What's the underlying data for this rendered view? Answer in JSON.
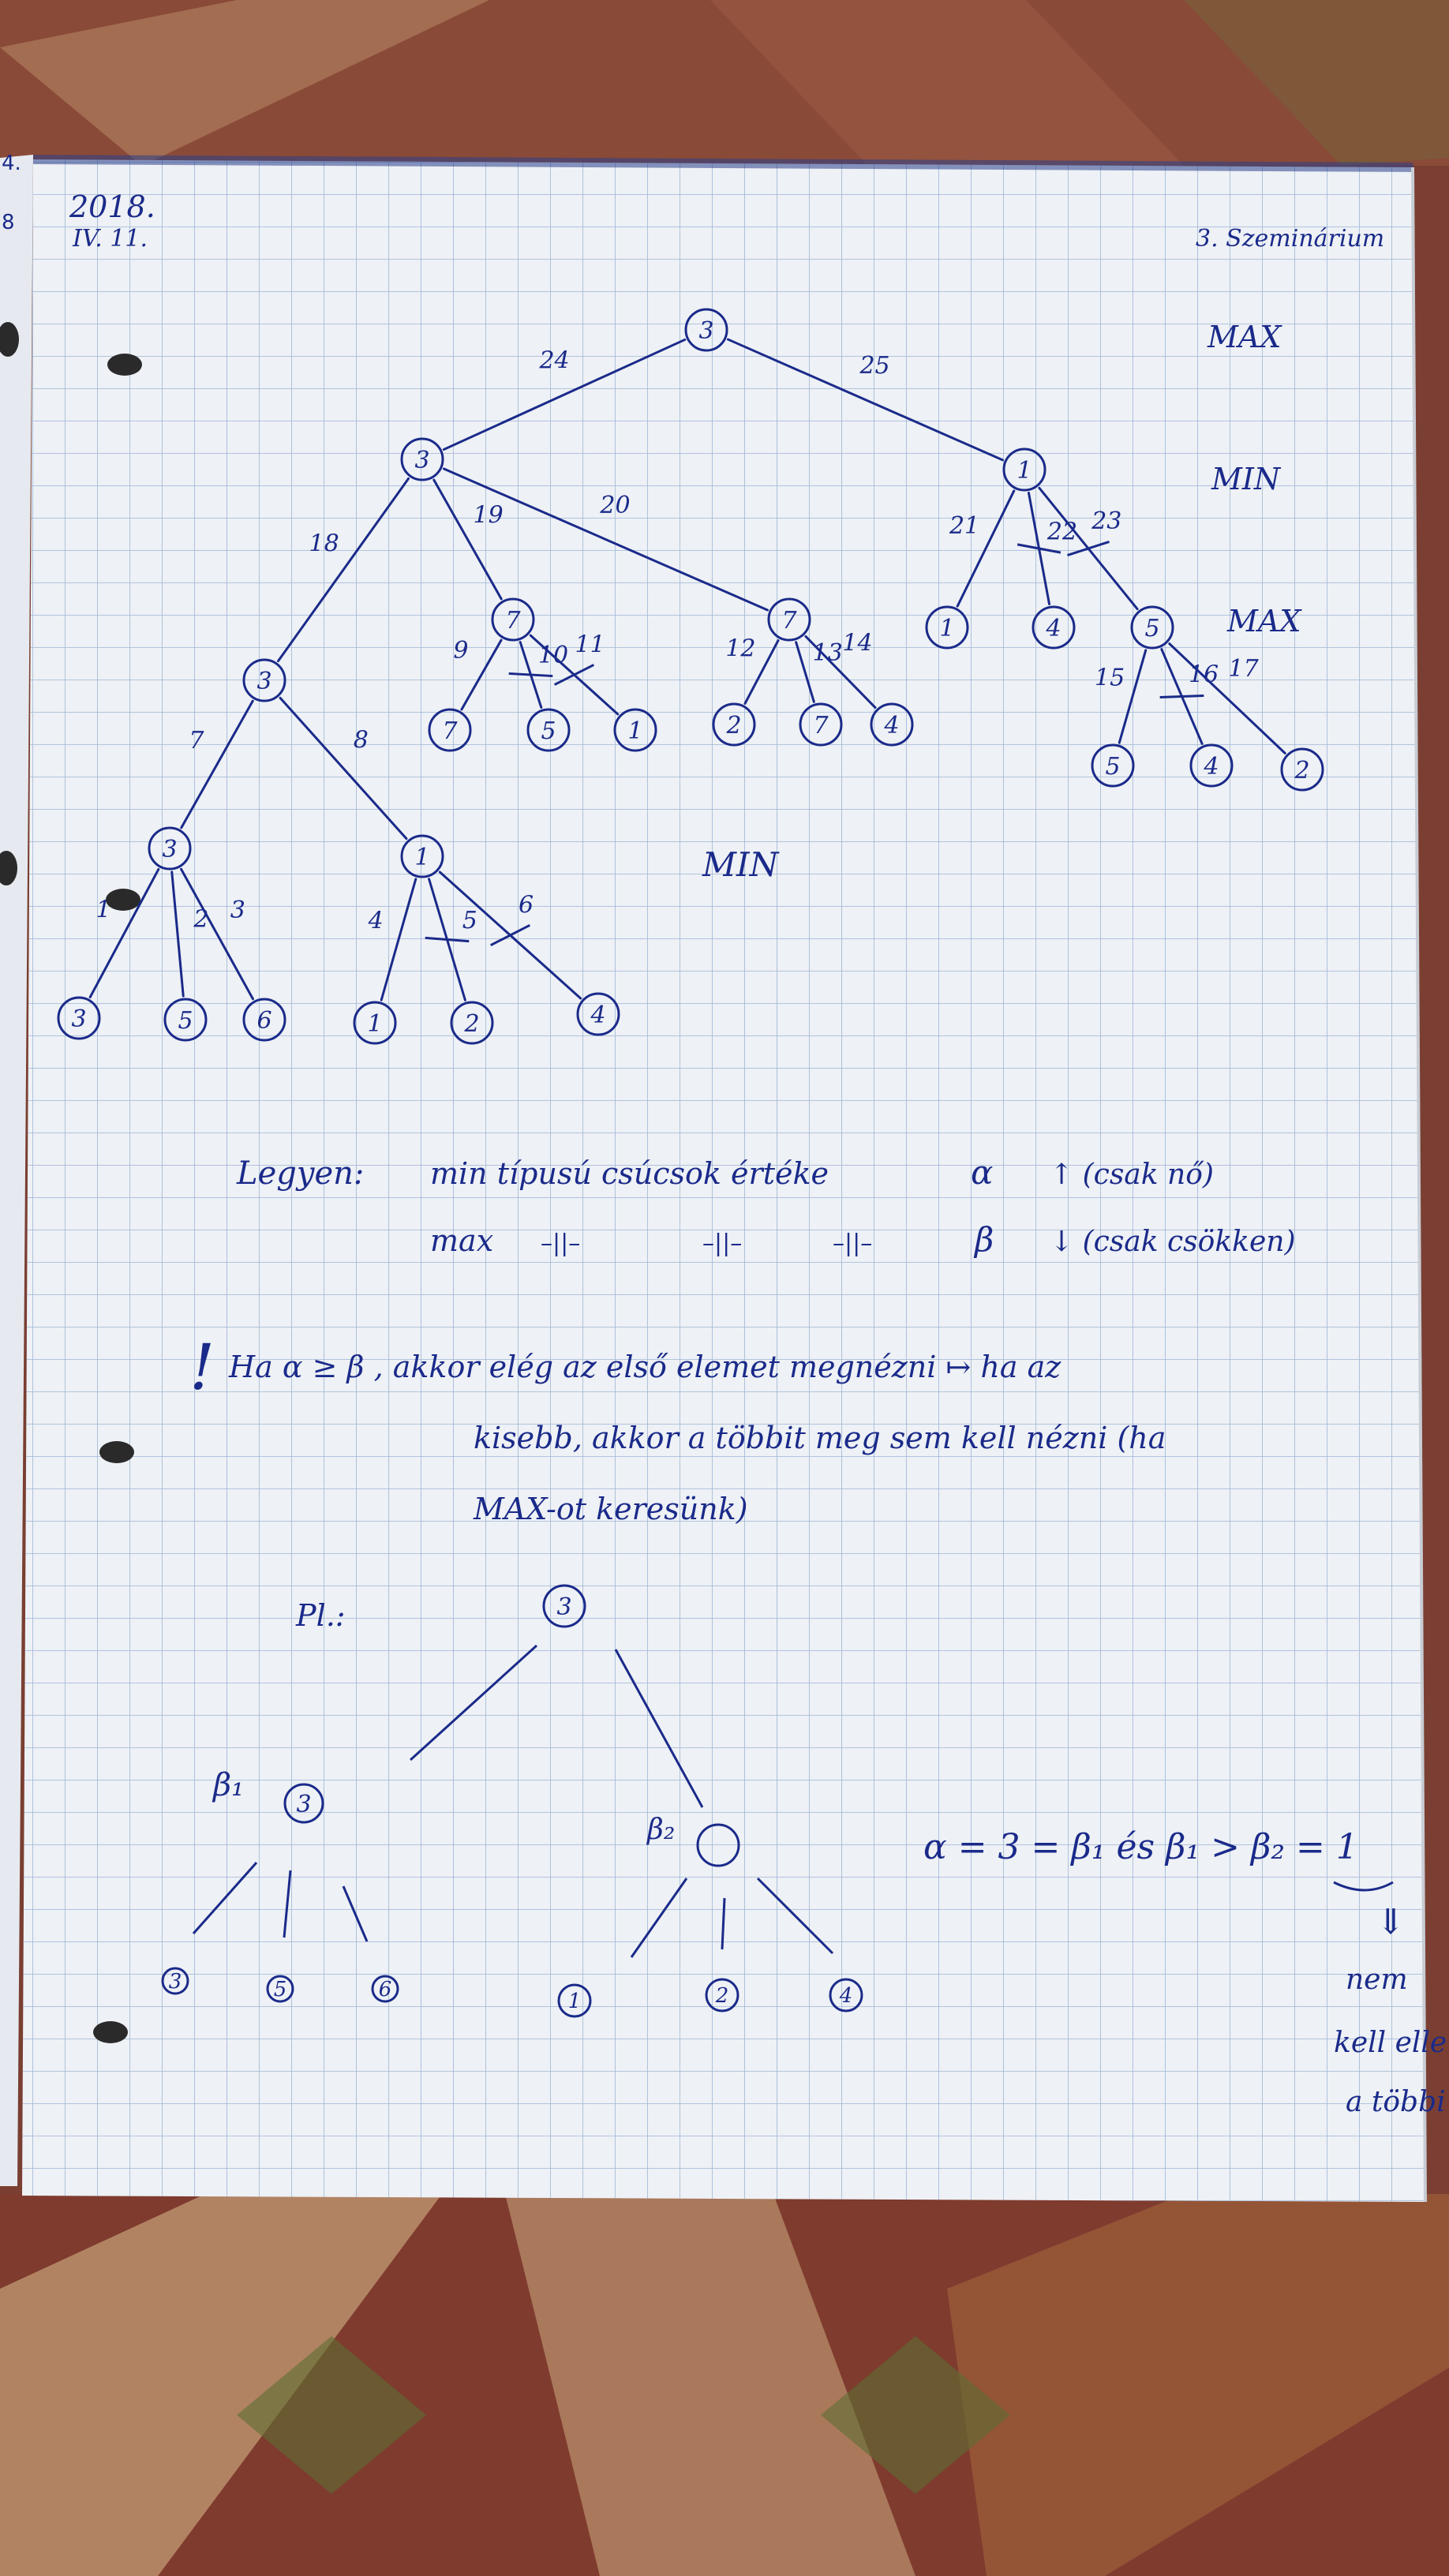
{
  "colors": {
    "ink": "#1a2a8a",
    "paper": "#eef1f5",
    "grid": "#9db6d6",
    "carpet_red": "#8a3a2a",
    "carpet_tan": "#c9a37a",
    "carpet_green": "#6a7a3a"
  },
  "header": {
    "date_year": "2018.",
    "date_month_day": "IV. 11.",
    "title": "3. Szeminárium"
  },
  "level_labels": {
    "max_top": "MAX",
    "min_top": "MIN",
    "max_mid": "MAX",
    "min_mid": "MIN"
  },
  "tree": {
    "nodes": [
      {
        "id": "root",
        "label": "3"
      },
      {
        "id": "l_min",
        "label": "3"
      },
      {
        "id": "r_min",
        "label": "1"
      },
      {
        "id": "l_max",
        "label": "3"
      },
      {
        "id": "m1_max",
        "label": "7"
      },
      {
        "id": "m2_max",
        "label": "7"
      },
      {
        "id": "r1_max",
        "label": "1"
      },
      {
        "id": "r2_max",
        "label": "4"
      },
      {
        "id": "r3_max",
        "label": "5"
      },
      {
        "id": "m1_c1",
        "label": "7"
      },
      {
        "id": "m1_c2",
        "label": "5"
      },
      {
        "id": "m1_c3",
        "label": "1"
      },
      {
        "id": "m2_c1",
        "label": "2"
      },
      {
        "id": "m2_c2",
        "label": "7"
      },
      {
        "id": "m2_c3",
        "label": "4"
      },
      {
        "id": "r3_c1",
        "label": "5"
      },
      {
        "id": "r3_c2",
        "label": "4"
      },
      {
        "id": "r3_c3",
        "label": "2"
      },
      {
        "id": "ll_min",
        "label": "3"
      },
      {
        "id": "lr_min",
        "label": "1"
      },
      {
        "id": "ll_c1",
        "label": "3"
      },
      {
        "id": "ll_c2",
        "label": "5"
      },
      {
        "id": "ll_c3",
        "label": "6"
      },
      {
        "id": "lr_c1",
        "label": "1"
      },
      {
        "id": "lr_c2",
        "label": "2"
      },
      {
        "id": "lr_c3",
        "label": "4"
      }
    ],
    "edges": [
      {
        "from": "root",
        "to": "l_min",
        "label": "24",
        "pruned": false
      },
      {
        "from": "root",
        "to": "r_min",
        "label": "25",
        "pruned": false
      },
      {
        "from": "l_min",
        "to": "l_max",
        "label": "18",
        "pruned": false
      },
      {
        "from": "l_min",
        "to": "m1_max",
        "label": "19",
        "pruned": false
      },
      {
        "from": "l_min",
        "to": "m2_max",
        "label": "20",
        "pruned": false
      },
      {
        "from": "r_min",
        "to": "r1_max",
        "label": "21",
        "pruned": false
      },
      {
        "from": "r_min",
        "to": "r2_max",
        "label": "22",
        "pruned": true
      },
      {
        "from": "r_min",
        "to": "r3_max",
        "label": "23",
        "pruned": true
      },
      {
        "from": "m1_max",
        "to": "m1_c1",
        "label": "9",
        "pruned": false
      },
      {
        "from": "m1_max",
        "to": "m1_c2",
        "label": "10",
        "pruned": true
      },
      {
        "from": "m1_max",
        "to": "m1_c3",
        "label": "11",
        "pruned": true
      },
      {
        "from": "m2_max",
        "to": "m2_c1",
        "label": "12",
        "pruned": false
      },
      {
        "from": "m2_max",
        "to": "m2_c2",
        "label": "13",
        "pruned": false
      },
      {
        "from": "m2_max",
        "to": "m2_c3",
        "label": "14",
        "pruned": false
      },
      {
        "from": "r3_max",
        "to": "r3_c1",
        "label": "15",
        "pruned": false
      },
      {
        "from": "r3_max",
        "to": "r3_c2",
        "label": "16",
        "pruned": true
      },
      {
        "from": "r3_max",
        "to": "r3_c3",
        "label": "17",
        "pruned": false
      },
      {
        "from": "l_max",
        "to": "ll_min",
        "label": "7",
        "pruned": false
      },
      {
        "from": "l_max",
        "to": "lr_min",
        "label": "8",
        "pruned": false
      },
      {
        "from": "ll_min",
        "to": "ll_c1",
        "label": "1",
        "pruned": false
      },
      {
        "from": "ll_min",
        "to": "ll_c2",
        "label": "2",
        "pruned": false
      },
      {
        "from": "ll_min",
        "to": "ll_c3",
        "label": "3",
        "pruned": false
      },
      {
        "from": "lr_min",
        "to": "lr_c1",
        "label": "4",
        "pruned": false
      },
      {
        "from": "lr_min",
        "to": "lr_c2",
        "label": "5",
        "pruned": true
      },
      {
        "from": "lr_min",
        "to": "lr_c3",
        "label": "6",
        "pruned": true
      }
    ]
  },
  "notes": {
    "line1_a": "Legyen:",
    "line1_b": "min típusú csúcsok értéke",
    "line1_c": "α",
    "line1_d": "↑ (csak nő)",
    "line2_a": "max",
    "line2_b": "–||–",
    "line2_c": "–||–",
    "line2_d": "–||–",
    "line2_e": "β",
    "line2_f": "↓ (csak csökken)",
    "excl": "!",
    "rule1": "Ha α ≥ β , akkor elég az első elemet megnézni ↦ ha az",
    "rule2": "kisebb, akkor a többit meg sem kell nézni (ha",
    "rule3": "MAX-ot keresünk)"
  },
  "example": {
    "prefix": "Pl.:",
    "root": "3",
    "beta1_label": "β₁",
    "beta1_node": "3",
    "beta2_label": "β₂",
    "beta2_node": "",
    "b1_children": [
      "3",
      "5",
      "6"
    ],
    "b2_children": [
      "1",
      "2",
      "4"
    ],
    "equation": "α = 3 = β₁  és  β₁ > β₂ = 1",
    "conclusion": [
      "nem",
      "kell elle",
      "a többi"
    ]
  }
}
